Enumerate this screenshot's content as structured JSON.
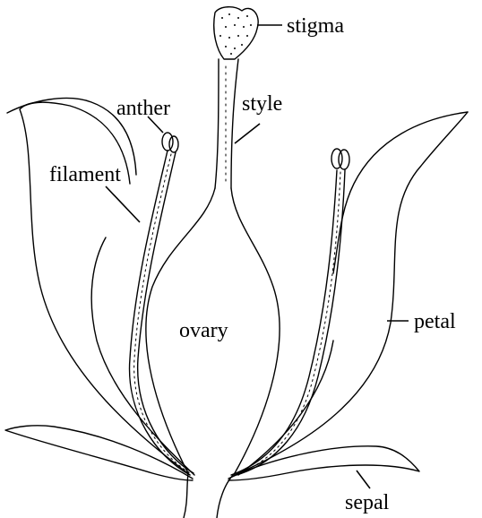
{
  "diagram": {
    "labels": {
      "stigma": "stigma",
      "style": "style",
      "anther": "anther",
      "filament": "filament",
      "ovary": "ovary",
      "petal": "petal",
      "sepal": "sepal"
    },
    "colors": {
      "line": "#000000",
      "background": "#ffffff"
    }
  }
}
